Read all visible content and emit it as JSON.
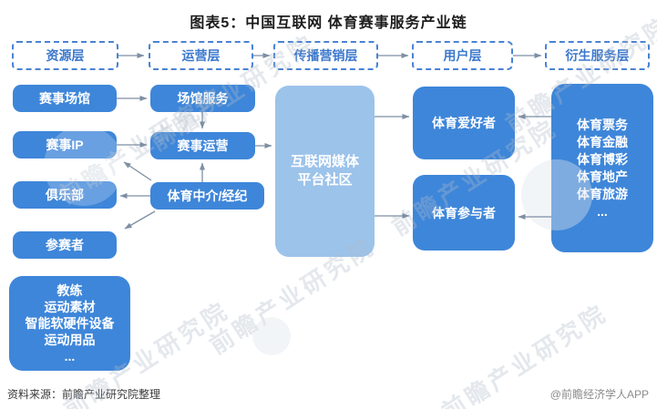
{
  "title": "图表5：中国互联网 体育赛事服务产业链",
  "layers": [
    "资源层",
    "运营层",
    "传播营销层",
    "用户层",
    "衍生服务层"
  ],
  "nodes": {
    "venue": "赛事场馆",
    "venue_service": "场馆服务",
    "event_ip": "赛事IP",
    "event_operation": "赛事运营",
    "club": "俱乐部",
    "agency": "体育中介/经纪",
    "participant": "参赛者",
    "media_platform": {
      "lines": [
        "互联网媒体",
        "平台社区"
      ]
    },
    "fans": "体育爱好者",
    "participants": "体育参与者",
    "resource_more": {
      "lines": [
        "教练",
        "运动素材",
        "智能软硬件设备",
        "运动用品",
        "..."
      ]
    },
    "derivative": {
      "lines": [
        "体育票务",
        "体育金融",
        "体育博彩",
        "体育地产",
        "体育旅游",
        "..."
      ]
    }
  },
  "footer": {
    "source": "资料来源：前瞻产业研究院整理",
    "credit": "@前瞻经济学人APP"
  },
  "watermark": "前瞻产业研究院",
  "colors": {
    "node_blue": "#3e86d9",
    "media_light_blue": "#9cc3ea",
    "dashed_blue": "#4a82d4",
    "arrow_gray": "#7e8fa4",
    "title_text": "#1c1c1c",
    "credit_gray": "#8b8b8b"
  }
}
